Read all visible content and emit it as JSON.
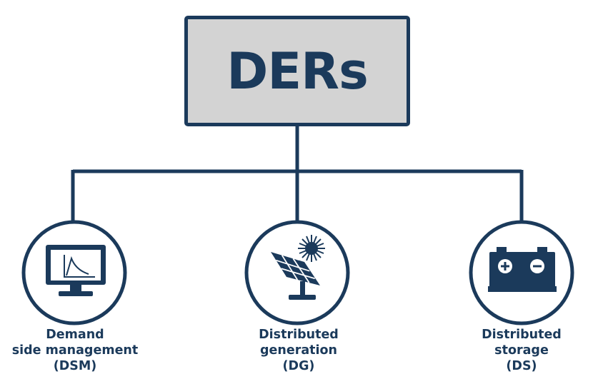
{
  "title": "DERs",
  "colors": {
    "navy": "#1b3a5b",
    "box_fill": "#d3d3d3",
    "background": "#ffffff"
  },
  "nodes": [
    {
      "id": "dsm",
      "icon": "monitor-chart-icon",
      "lines": [
        "Demand",
        "side management",
        "(DSM)"
      ]
    },
    {
      "id": "dg",
      "icon": "solar-panel-sun-icon",
      "lines": [
        "Distributed",
        "generation",
        "(DG)"
      ]
    },
    {
      "id": "ds",
      "icon": "battery-icon",
      "lines": [
        "Distributed",
        "storage",
        "(DS)"
      ]
    }
  ]
}
